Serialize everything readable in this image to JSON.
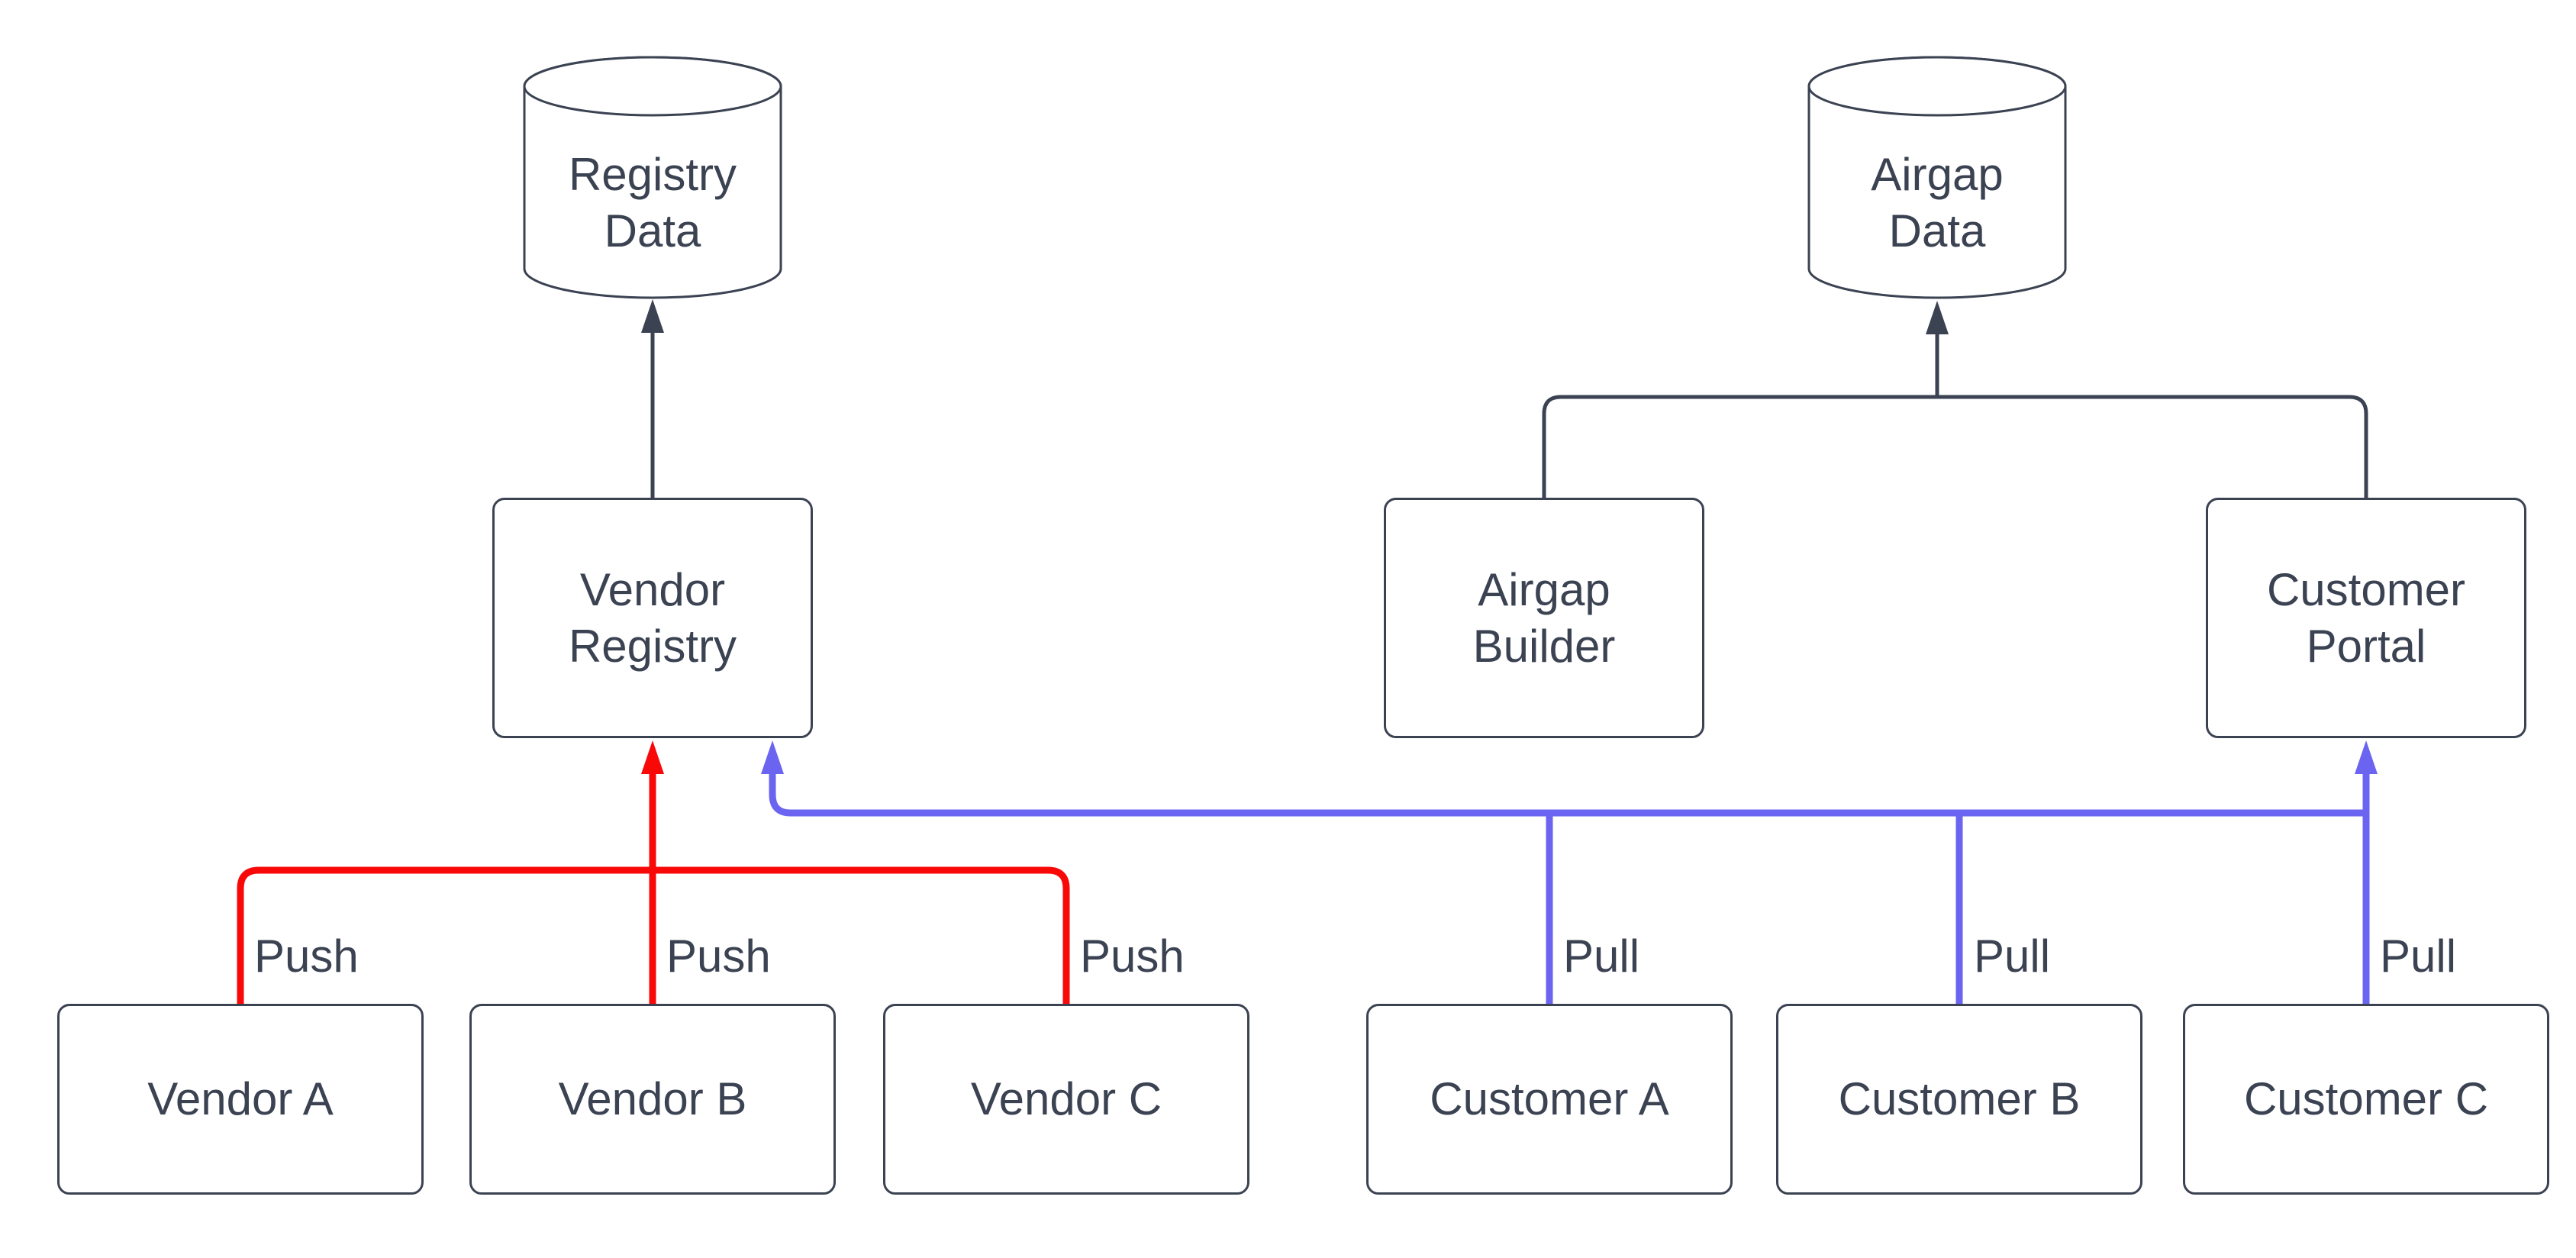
{
  "diagram": {
    "datastores": {
      "registry_data": {
        "label": "Registry Data",
        "shape": "cylinder"
      },
      "airgap_data": {
        "label": "Airgap Data",
        "shape": "cylinder"
      }
    },
    "services": {
      "vendor_registry": {
        "label": "Vendor Registry"
      },
      "airgap_builder": {
        "label": "Airgap Builder"
      },
      "customer_portal": {
        "label": "Customer Portal"
      }
    },
    "vendors": {
      "vendor_a": {
        "label": "Vendor A"
      },
      "vendor_b": {
        "label": "Vendor B"
      },
      "vendor_c": {
        "label": "Vendor C"
      }
    },
    "customers": {
      "customer_a": {
        "label": "Customer A"
      },
      "customer_b": {
        "label": "Customer B"
      },
      "customer_c": {
        "label": "Customer C"
      }
    },
    "edges": {
      "push_label": "Push",
      "pull_label": "Pull",
      "push_color": "#f90808",
      "pull_color": "#6a64f0",
      "flow_color": "#3b4252"
    }
  }
}
